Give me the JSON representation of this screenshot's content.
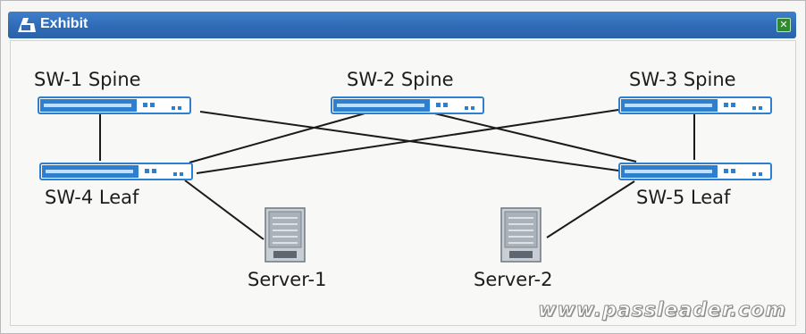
{
  "window": {
    "title": "Exhibit",
    "close_icon": "close-icon"
  },
  "nodes": {
    "sw1": {
      "label": "SW-1 Spine",
      "icon": "switch-icon"
    },
    "sw2": {
      "label": "SW-2 Spine",
      "icon": "switch-icon"
    },
    "sw3": {
      "label": "SW-3 Spine",
      "icon": "switch-icon"
    },
    "sw4": {
      "label": "SW-4 Leaf",
      "icon": "switch-icon"
    },
    "sw5": {
      "label": "SW-5 Leaf",
      "icon": "switch-icon"
    },
    "server1": {
      "label": "Server-1",
      "icon": "server-icon"
    },
    "server2": {
      "label": "Server-2",
      "icon": "server-icon"
    }
  },
  "links": [
    [
      "sw1",
      "sw4"
    ],
    [
      "sw1",
      "sw5"
    ],
    [
      "sw2",
      "sw4"
    ],
    [
      "sw2",
      "sw5"
    ],
    [
      "sw3",
      "sw4"
    ],
    [
      "sw3",
      "sw5"
    ],
    [
      "sw4",
      "server1"
    ],
    [
      "sw5",
      "server2"
    ]
  ],
  "watermark": "www.passleader.com",
  "colors": {
    "titlebar": "#2f6bb6",
    "switch_body": "#2f7fd0",
    "link": "#1a1a1a",
    "server": "#9aa3ad"
  }
}
